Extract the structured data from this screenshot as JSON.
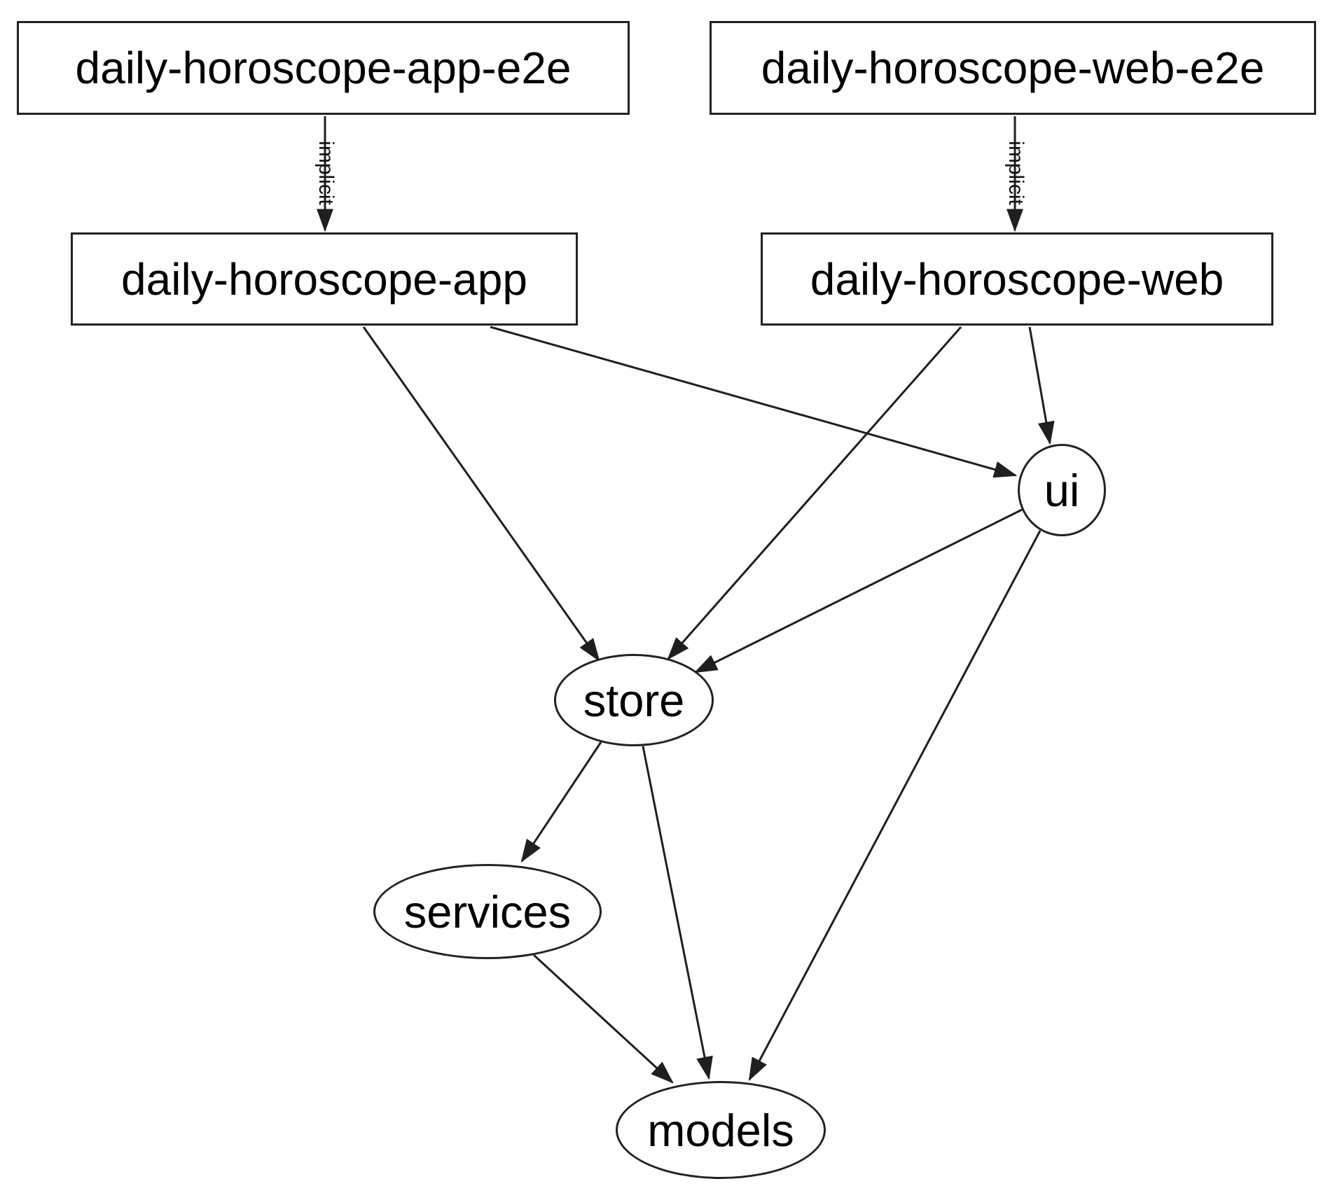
{
  "diagram": {
    "type": "dependency-graph",
    "background_color": "#ffffff",
    "edge_color": "#1f1f1f",
    "node_border_color": "#222222",
    "text_color": "#000000"
  },
  "nodes": {
    "app_e2e": {
      "label": "daily-horoscope-app-e2e",
      "shape": "box"
    },
    "web_e2e": {
      "label": "daily-horoscope-web-e2e",
      "shape": "box"
    },
    "app": {
      "label": "daily-horoscope-app",
      "shape": "box"
    },
    "web": {
      "label": "daily-horoscope-web",
      "shape": "box"
    },
    "ui": {
      "label": "ui",
      "shape": "ellipse"
    },
    "store": {
      "label": "store",
      "shape": "ellipse"
    },
    "services": {
      "label": "services",
      "shape": "ellipse"
    },
    "models": {
      "label": "models",
      "shape": "ellipse"
    }
  },
  "edge_labels": {
    "app_implicit": "implicit",
    "web_implicit": "implicit"
  },
  "edges": [
    {
      "from": "daily-horoscope-app-e2e",
      "to": "daily-horoscope-app",
      "label": "implicit"
    },
    {
      "from": "daily-horoscope-web-e2e",
      "to": "daily-horoscope-web",
      "label": "implicit"
    },
    {
      "from": "daily-horoscope-app",
      "to": "store",
      "label": ""
    },
    {
      "from": "daily-horoscope-app",
      "to": "ui",
      "label": ""
    },
    {
      "from": "daily-horoscope-web",
      "to": "ui",
      "label": ""
    },
    {
      "from": "daily-horoscope-web",
      "to": "store",
      "label": ""
    },
    {
      "from": "ui",
      "to": "store",
      "label": ""
    },
    {
      "from": "ui",
      "to": "models",
      "label": ""
    },
    {
      "from": "store",
      "to": "services",
      "label": ""
    },
    {
      "from": "store",
      "to": "models",
      "label": ""
    },
    {
      "from": "services",
      "to": "models",
      "label": ""
    }
  ]
}
